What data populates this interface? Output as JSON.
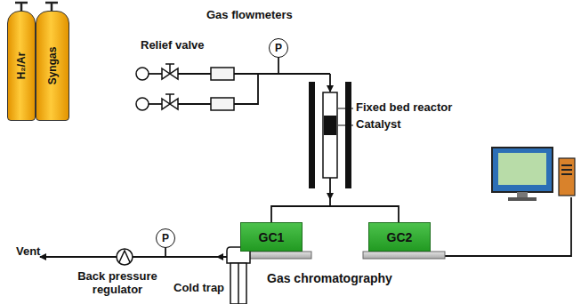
{
  "diagram": {
    "nodes": [
      {
        "text": [
          "H₂/Ar"
        ]
      },
      {
        "text": [
          "Syngas"
        ]
      },
      {
        "text": [
          "P"
        ]
      },
      {
        "text": [
          "GC1"
        ]
      },
      {
        "text": [
          "GC2"
        ]
      },
      {
        "text": [
          "P"
        ]
      }
    ],
    "labels": [
      "Relief valve",
      "Gas flowmeters",
      "Fixed bed reactor",
      "Catalyst",
      "Vent",
      "Back pressure regulator",
      "Cold trap",
      "Gas chromatography"
    ]
  }
}
